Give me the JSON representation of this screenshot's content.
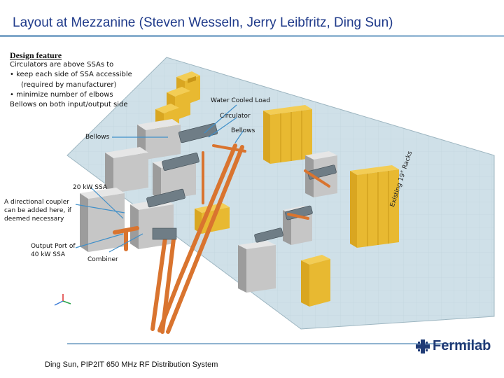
{
  "header": {
    "title": "Layout  at Mezzanine (Steven Wesseln, Jerry Leibfritz, Ding Sun)"
  },
  "design_feature": {
    "heading": "Design feature",
    "line1": "Circulators are above SSAs to",
    "bullet1": "•  keep each side of SSA accessible",
    "bullet1_cont": "(required by manufacturer)",
    "bullet2": "•  minimize number of elbows",
    "line2": "Bellows on both input/output side"
  },
  "labels": {
    "water_cooled_load": "Water Cooled Load",
    "circulator": "Circulator",
    "bellows_right": "Bellows",
    "bellows_left": "Bellows",
    "ssa_20kw": "20 kW SSA",
    "coupler": "A directional coupler can be added here, if deemed necessary",
    "output_port": "Output Port of 40 kW SSA",
    "combiner": "Combiner",
    "racks": "Existing 19\" Racks"
  },
  "footer": {
    "text": "Ding Sun, PIP2IT 650 MHz RF Distribution System"
  },
  "logo": {
    "text": "Fermilab"
  },
  "colors": {
    "title": "#1f3a8a",
    "floor": "#cddfe6",
    "rack": "#e8b931",
    "cabinet": "#c9c9c9",
    "pipe": "#d9742f",
    "callout": "#3f8fc9",
    "logo": "#1f3a75"
  }
}
